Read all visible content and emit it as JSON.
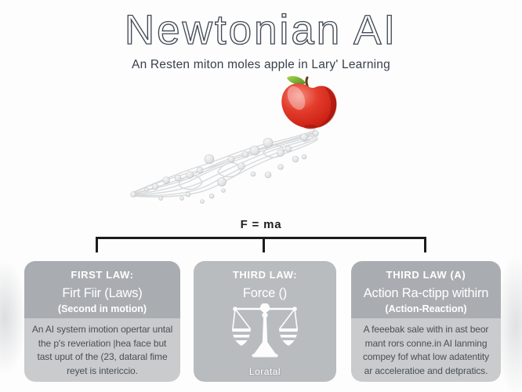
{
  "poster": {
    "title": "Newtonian AI",
    "subtitle": "An Resten miton moles apple in Lary' Learning",
    "formula": "F = ma"
  },
  "illustration": {
    "apple_icon": "red-apple",
    "stream_icon": "neural-wire-stream"
  },
  "colors": {
    "title_outline": "#424955",
    "apple_red": "#cb2115",
    "leaf_green": "#6aa832",
    "wire_gray": "#d6d8da",
    "card_header_gray": "#a9adb2",
    "card_body_gray": "#c9cbcc",
    "middle_card_gray": "#b9bcbe",
    "bracket_black": "#1c1c1c",
    "body_text_gray": "#4b4f55"
  },
  "cards": [
    {
      "heading": "FIRST LAW:",
      "title": "Firt Fiir (Laws)",
      "subtitle": "(Second in motion)",
      "body": "An AI system imotion opertar untal the p's reveriation |hea face but tast uput of the (23, dataral fime reyet is intericcio."
    },
    {
      "heading": "THIRD LAW:",
      "title": "Force ()",
      "icon": "balance-scale-icon",
      "caption": "Loratal"
    },
    {
      "heading": "THIRD LAW (A)",
      "title": "Action Ra-ctipp withirn",
      "subtitle": "(Action-Reaction)",
      "body": "A feeebak sale with in ast beor mant rors conne.in AI lanming compey fof what low adatentity ar acceleratioe and detpratics."
    }
  ]
}
